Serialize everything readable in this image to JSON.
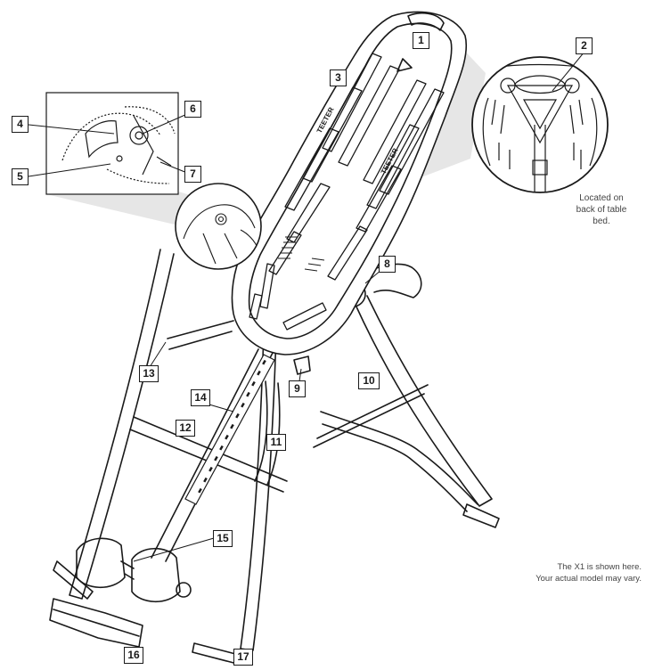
{
  "callouts": [
    "1",
    "2",
    "3",
    "4",
    "5",
    "6",
    "7",
    "8",
    "9",
    "10",
    "11",
    "12",
    "13",
    "14",
    "15",
    "16",
    "17"
  ],
  "notes": {
    "back_of_bed": [
      "Located on",
      "back of table",
      "bed."
    ],
    "model_note": [
      "The X1 is shown here.",
      "Your actual model may vary."
    ]
  },
  "bed_label": "TEETER",
  "colors": {
    "line": "#1a1a1a",
    "callout_fill": "#e6e6e6",
    "note_text": "#444444"
  }
}
